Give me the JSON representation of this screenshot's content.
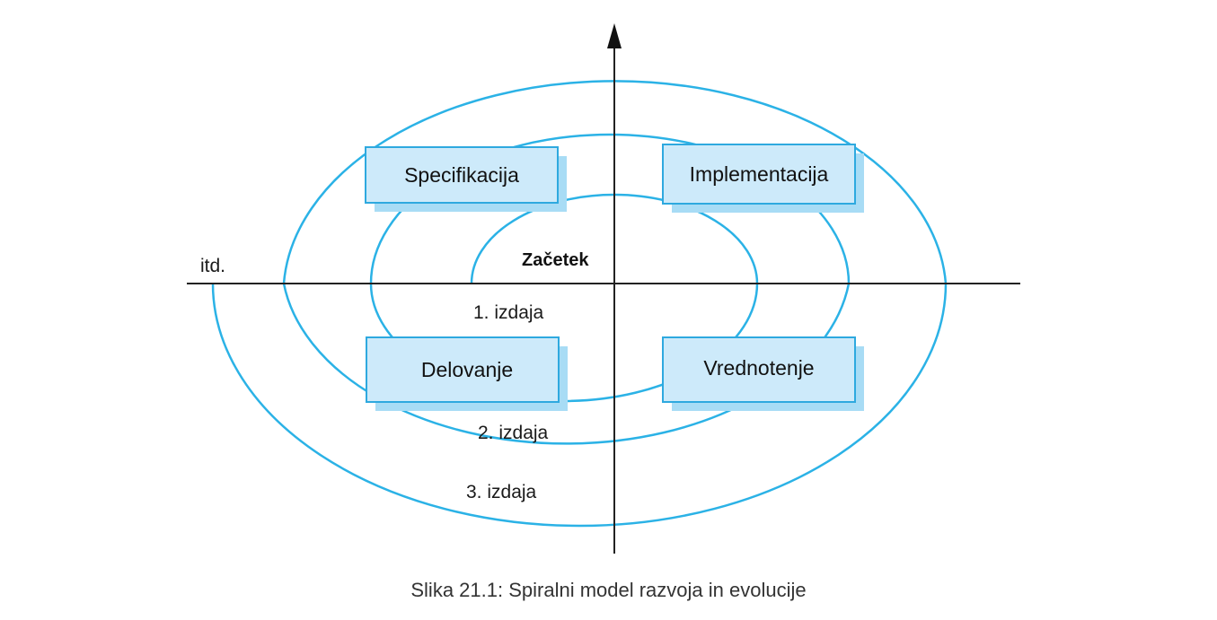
{
  "diagram": {
    "start_label": "Začetek",
    "release_labels": [
      "1. izdaja",
      "2. izdaja",
      "3. izdaja"
    ],
    "etc_label": "itd.",
    "phases": {
      "specification": "Specifikacija",
      "implementation": "Implementacija",
      "operation": "Delovanje",
      "evaluation": "Vrednotenje"
    },
    "colors": {
      "spiral": "#2bb2e6",
      "box_fill": "#cdeafa",
      "box_border": "#2ea9df",
      "box_shadow": "#a8dcf5",
      "axis": "#222222"
    }
  },
  "caption": "Slika 21.1: Spiralni model razvoja in evolucije"
}
